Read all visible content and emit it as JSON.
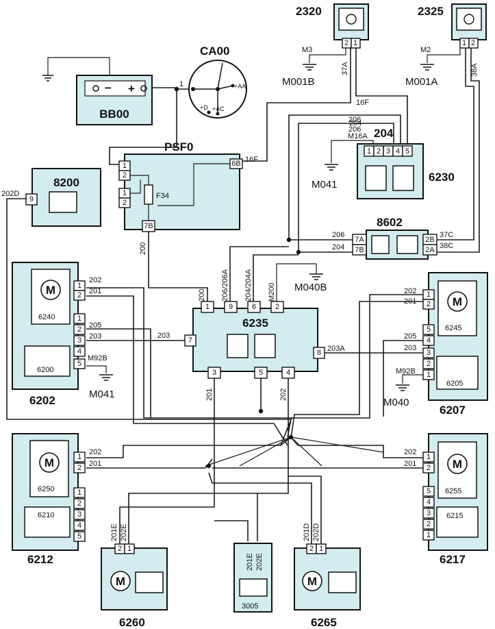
{
  "components": {
    "c2320": "2320",
    "c2325": "2325",
    "ca00": "CA00",
    "bb00": "BB00",
    "psf0": "PSF0",
    "f34": "F34",
    "c8200": "8200",
    "c6230": "6230",
    "c8602": "8602",
    "c6235": "6235",
    "c6202": "6202",
    "c6240": "6240",
    "c6200": "6200",
    "c6207": "6207",
    "c6245": "6245",
    "c6205": "6205",
    "c6212": "6212",
    "c6250": "6250",
    "c6210": "6210",
    "c6217": "6217",
    "c6255": "6255",
    "c6215": "6215",
    "c6260": "6260",
    "c3005": "3005",
    "c6265": "6265"
  },
  "grounds": {
    "m001b": "M001B",
    "m001a": "M001A",
    "m041_top": "M041",
    "m040b": "M040B",
    "m041_left": "M041",
    "m040_right": "M040"
  },
  "ca00_terms": {
    "aa": "+AA",
    "d": "+D",
    "ac": "+AC"
  },
  "battery": {
    "minus": "−",
    "plus": "+"
  },
  "wires": {
    "m3": "M3",
    "m2": "M2",
    "w37a": "37A",
    "w38a": "38A",
    "w16f_top": "16F",
    "w206_top": "206",
    "w204_top": "204",
    "m16a": "M16A",
    "w16f_psf": "16F",
    "w202d": "202D",
    "w200": "200",
    "w206_8602": "206",
    "w204_8602": "204",
    "w37c": "37C",
    "w38c": "38C",
    "w200_in": "200",
    "w206_206a": "206/206A",
    "w204_204a": "204/204A",
    "m200": "M200",
    "w203": "203",
    "w203a": "203A",
    "w201_bottom": "201",
    "w202_bottom": "202",
    "l202_6240": "202",
    "l201_6240": "201",
    "l205_6200": "205",
    "l203_6200": "203",
    "m92b_left": "M92B",
    "r202_6245": "202",
    "r201_6245": "201",
    "r205_6205": "205",
    "r203_6205": "203",
    "m92b_right": "M92B",
    "l202_6250": "202",
    "l201_6250": "201",
    "r202_6255": "202",
    "r201_6255": "201",
    "w201e_6260": "201E",
    "w202e_6260": "202E",
    "w201e_3005": "201E",
    "w202e_3005": "202E",
    "w201d_6265": "201D",
    "w202d_6265": "202D"
  },
  "pins": {
    "p2320_2": "2",
    "p2320_1": "1",
    "p2325_1": "1",
    "p2325_2": "2",
    "bb_1": "1",
    "psf_1": "1",
    "psf_2a": "2",
    "psf_1b": "1",
    "psf_2b": "2",
    "psf_6b": "6B",
    "psf_7b": "7B",
    "p8200_9": "9",
    "p6230_1": "1",
    "p6230_2": "2",
    "p6230_3": "3",
    "p6230_4": "4",
    "p6230_5": "5",
    "p8602_7a": "7A",
    "p8602_7b": "7B",
    "p8602_2b": "2B",
    "p8602_2a": "2A",
    "p6235_1": "1",
    "p6235_9": "9",
    "p6235_6": "6",
    "p6235_2": "2",
    "p6235_7": "7",
    "p6235_8": "8",
    "p6235_3": "3",
    "p6235_5": "5",
    "p6235_4": "4",
    "p6202_1": "1",
    "p6202_2": "2",
    "p6202_1b": "1",
    "p6202_2b": "2",
    "p6202_3": "3",
    "p6202_4": "4",
    "p6202_5": "5",
    "p6207_1": "1",
    "p6207_2": "2",
    "p6207_5": "5",
    "p6207_4": "4",
    "p6207_3": "3",
    "p6207_2b": "2",
    "p6207_1b": "1",
    "p6212_1": "1",
    "p6212_2": "2",
    "p6212_1b": "1",
    "p6212_2b": "2",
    "p6212_3": "3",
    "p6212_4": "4",
    "p6212_5": "5",
    "p6217_1": "1",
    "p6217_2": "2",
    "p6217_5": "5",
    "p6217_4": "4",
    "p6217_3": "3",
    "p6217_2b": "2",
    "p6217_1b": "1",
    "p6260_2": "2",
    "p6260_1": "1",
    "p6265_2": "2",
    "p6265_1": "1"
  },
  "symbols": {
    "motor": "M"
  }
}
